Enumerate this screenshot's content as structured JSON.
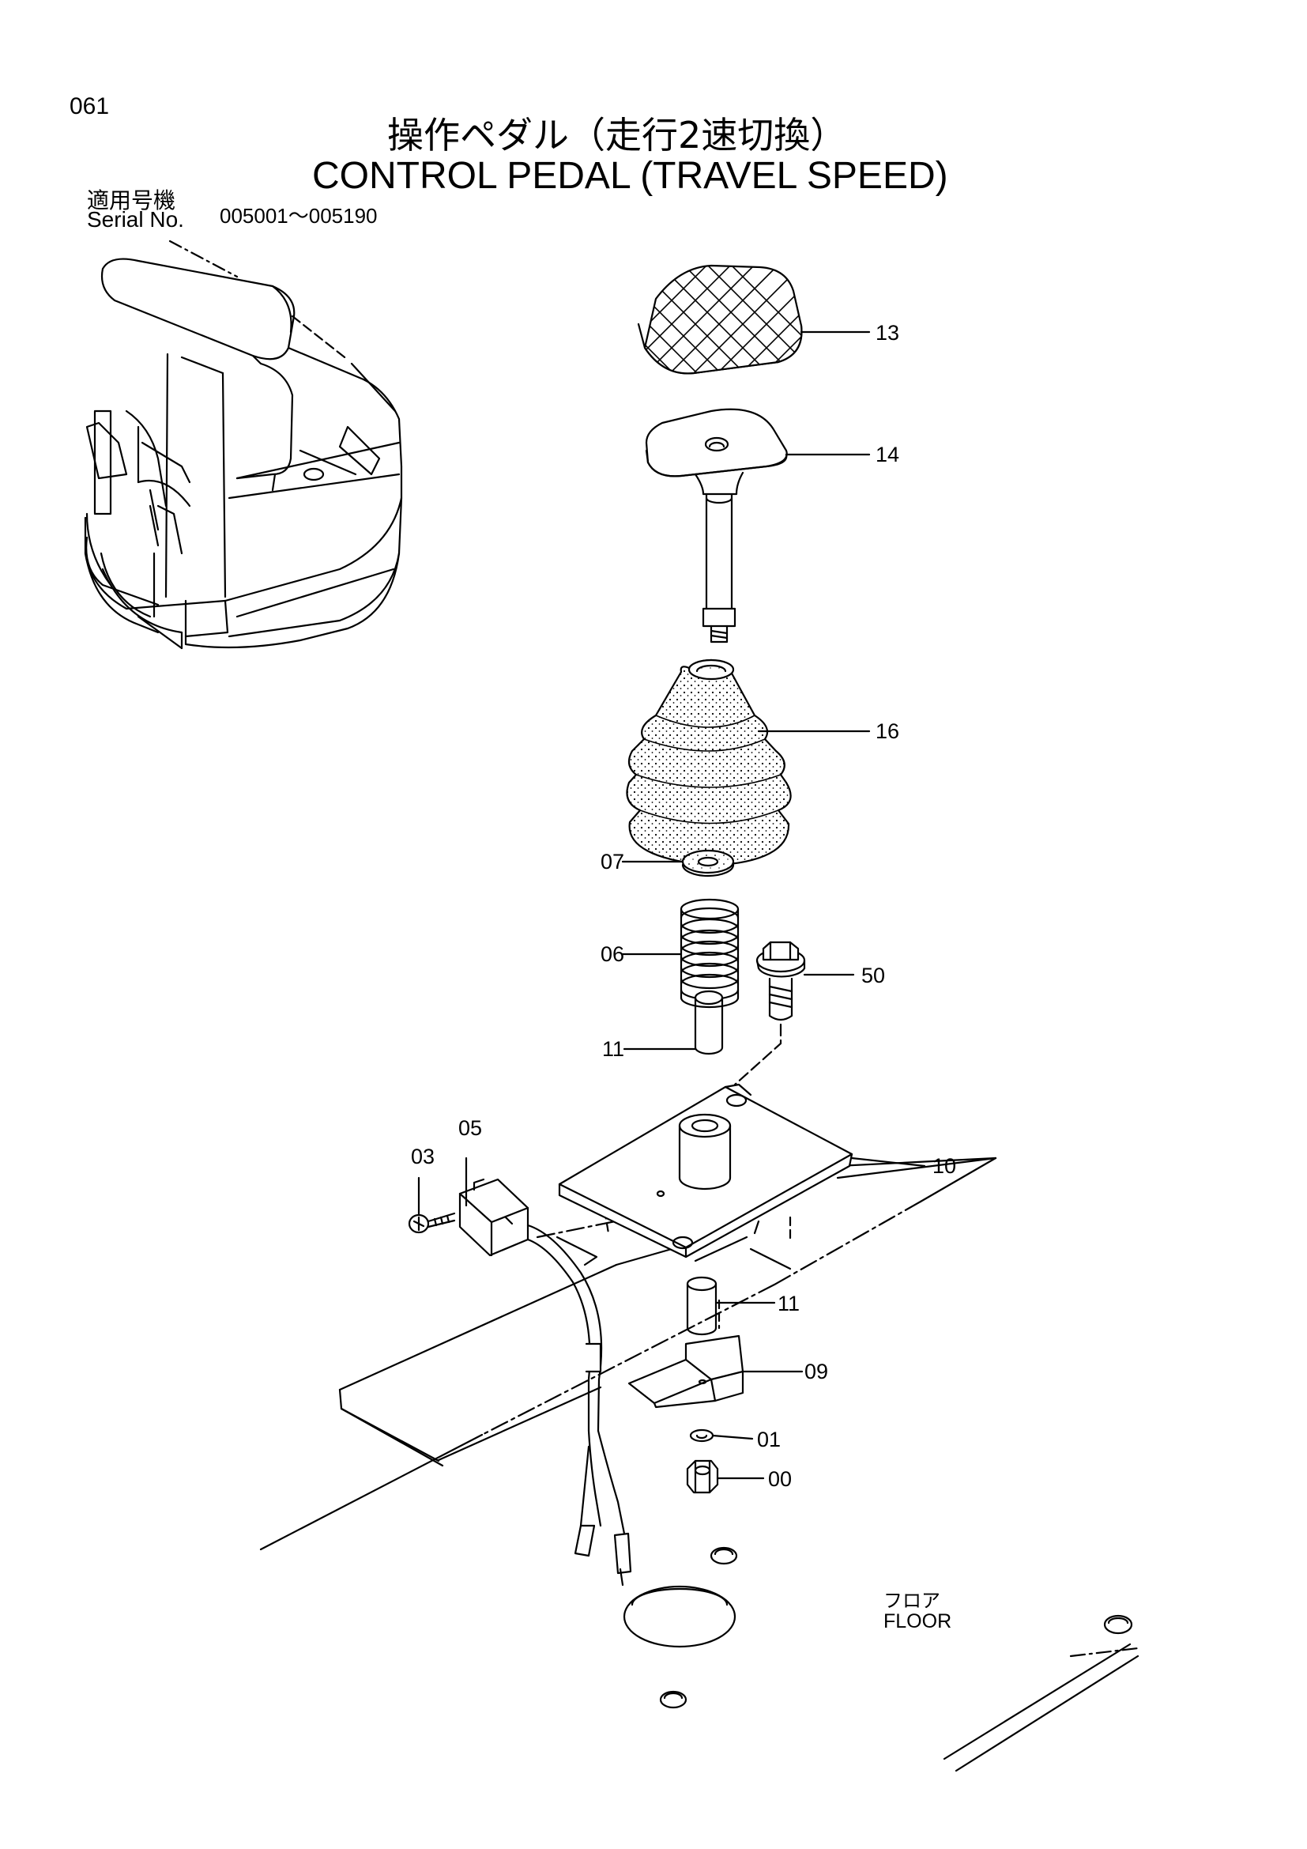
{
  "page_number": "061",
  "title": {
    "japanese": "操作ペダル（走行2速切換）",
    "english": "CONTROL PEDAL (TRAVEL SPEED)"
  },
  "serial": {
    "label_jp": "適用号機",
    "label_en": "Serial No.",
    "range": "005001～005190"
  },
  "callouts": [
    {
      "id": "13",
      "part": "pedal-pad"
    },
    {
      "id": "14",
      "part": "pedal-plate-shaft"
    },
    {
      "id": "16",
      "part": "rubber-boot"
    },
    {
      "id": "07",
      "part": "washer"
    },
    {
      "id": "06",
      "part": "spring"
    },
    {
      "id": "50",
      "part": "flange-bolt"
    },
    {
      "id": "11",
      "part": "upper-collar"
    },
    {
      "id": "10",
      "part": "base-plate"
    },
    {
      "id": "05",
      "part": "switch"
    },
    {
      "id": "03",
      "part": "screw"
    },
    {
      "id": "11",
      "part": "lower-collar"
    },
    {
      "id": "09",
      "part": "bracket"
    },
    {
      "id": "01",
      "part": "lock-washer"
    },
    {
      "id": "00",
      "part": "nut"
    }
  ],
  "floor_label": {
    "japanese": "フロア",
    "english": "FLOOR"
  }
}
